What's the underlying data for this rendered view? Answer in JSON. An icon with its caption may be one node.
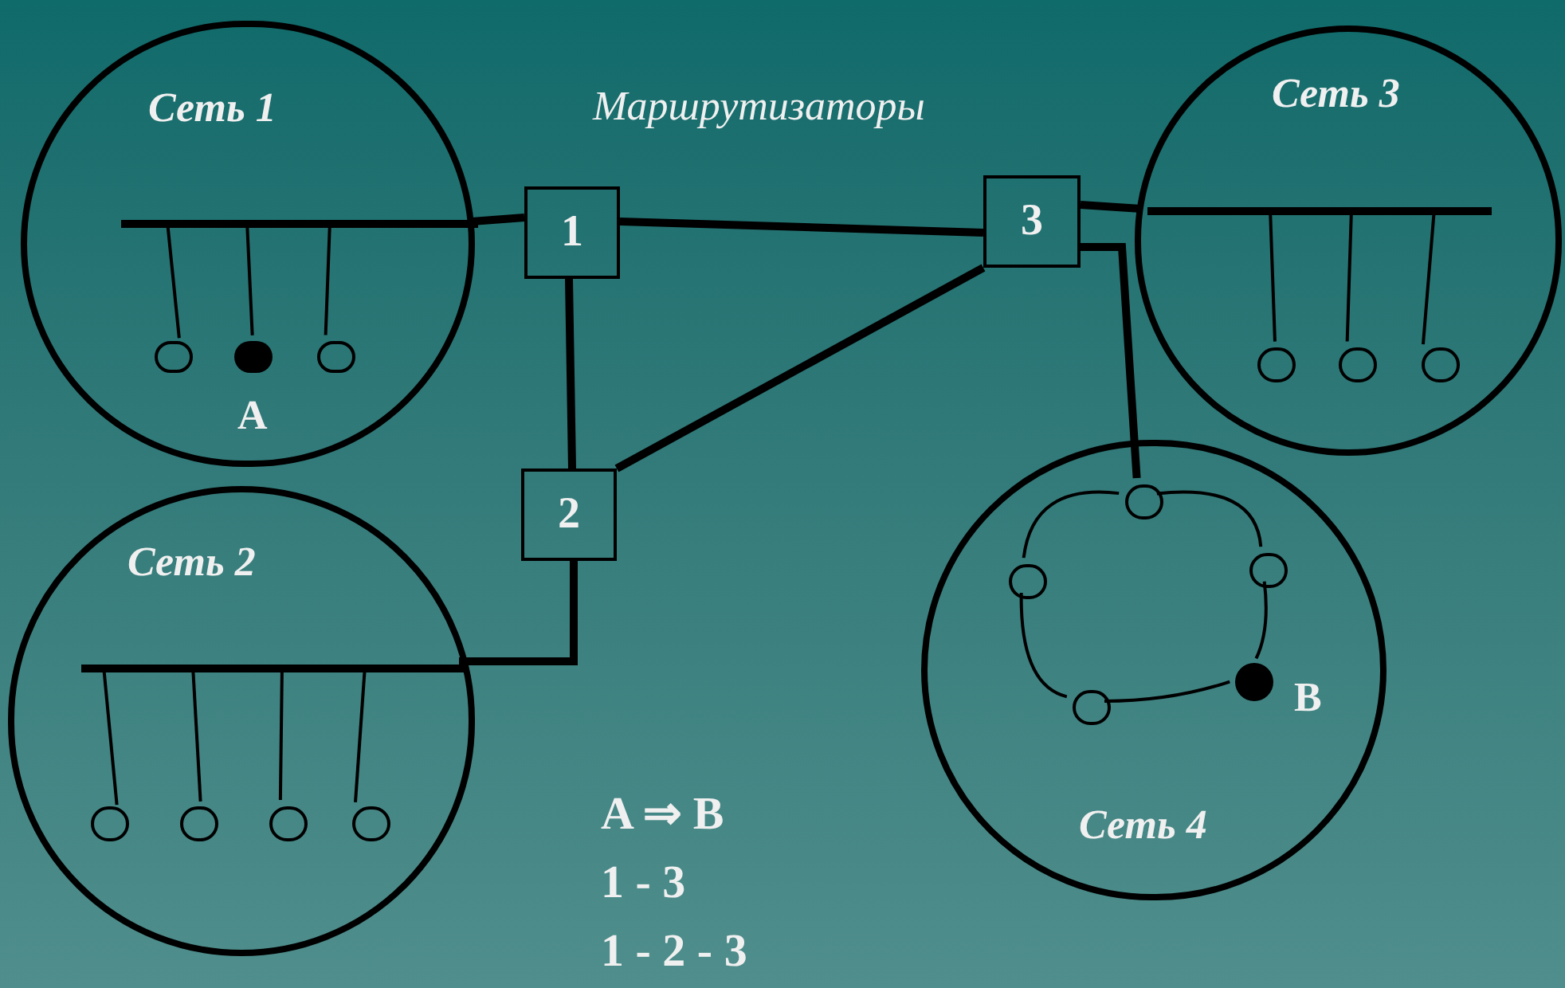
{
  "diagram": {
    "nodes": [
      {
        "text": [
          "Сеть 1"
        ]
      },
      {
        "text": [],
        "shape": "bar",
        "in": 0
      },
      {
        "text": [],
        "shape": "circle",
        "in": 0
      },
      {
        "text": [],
        "shape": "dot",
        "in": 0,
        "beside": [
          "A"
        ]
      },
      {
        "text": [],
        "shape": "circle",
        "in": 0
      },
      {
        "text": [
          "1"
        ]
      },
      {
        "text": [
          "Сеть 3"
        ]
      },
      {
        "text": [],
        "shape": "bar",
        "in": 6
      },
      {
        "text": [],
        "shape": "circle",
        "in": 6
      },
      {
        "text": [],
        "shape": "circle",
        "in": 6
      },
      {
        "text": [],
        "shape": "circle",
        "in": 6
      },
      {
        "text": [
          "3"
        ]
      },
      {
        "text": [
          "2"
        ]
      },
      {
        "text": [
          "Сеть 2"
        ]
      },
      {
        "text": [],
        "shape": "bar",
        "in": 13
      },
      {
        "text": [],
        "shape": "circle",
        "in": 13
      },
      {
        "text": [],
        "shape": "circle",
        "in": 13
      },
      {
        "text": [],
        "shape": "circle",
        "in": 13
      },
      {
        "text": [],
        "shape": "circle",
        "in": 13
      },
      {
        "text": [
          "Сеть 4"
        ]
      },
      {
        "text": [],
        "shape": "circle",
        "in": 19
      },
      {
        "text": [],
        "shape": "circle",
        "in": 19
      },
      {
        "text": [],
        "shape": "circle",
        "in": 19
      },
      {
        "text": [],
        "shape": "dot",
        "in": 19,
        "beside": [
          "B"
        ]
      },
      {
        "text": [],
        "shape": "circle",
        "in": 19
      }
    ],
    "edges": [
      {
        "from": 5,
        "to": 1,
        "arrow": "none",
        "style": "thick"
      },
      {
        "from": 1,
        "to": 2,
        "arrow": "none"
      },
      {
        "from": 1,
        "to": 3,
        "arrow": "none"
      },
      {
        "from": 1,
        "to": 4,
        "arrow": "none"
      },
      {
        "from": 5,
        "to": 11,
        "arrow": "none",
        "style": "thick"
      },
      {
        "from": 5,
        "to": 12,
        "arrow": "none",
        "style": "thick"
      },
      {
        "from": 11,
        "to": 7,
        "arrow": "none",
        "style": "thick"
      },
      {
        "from": 7,
        "to": 8,
        "arrow": "none"
      },
      {
        "from": 7,
        "to": 9,
        "arrow": "none"
      },
      {
        "from": 7,
        "to": 10,
        "arrow": "none"
      },
      {
        "from": 11,
        "to": 20,
        "arrow": "none",
        "style": "thick"
      },
      {
        "from": 12,
        "to": 11,
        "arrow": "none",
        "style": "thick"
      },
      {
        "from": 12,
        "to": 14,
        "arrow": "none",
        "style": "thick"
      },
      {
        "from": 14,
        "to": 15,
        "arrow": "none"
      },
      {
        "from": 14,
        "to": 16,
        "arrow": "none"
      },
      {
        "from": 14,
        "to": 17,
        "arrow": "none"
      },
      {
        "from": 14,
        "to": 18,
        "arrow": "none"
      },
      {
        "from": 20,
        "to": 21,
        "arrow": "none"
      },
      {
        "from": 20,
        "to": 22,
        "arrow": "none"
      },
      {
        "from": 22,
        "to": 23,
        "arrow": "none"
      },
      {
        "from": 23,
        "to": 24,
        "arrow": "none"
      },
      {
        "from": 24,
        "to": 21,
        "arrow": "none"
      }
    ],
    "labels": [
      "Маршрутизаторы",
      "A ⇒ B",
      "1 - 3",
      "1 - 2 - 3"
    ]
  }
}
